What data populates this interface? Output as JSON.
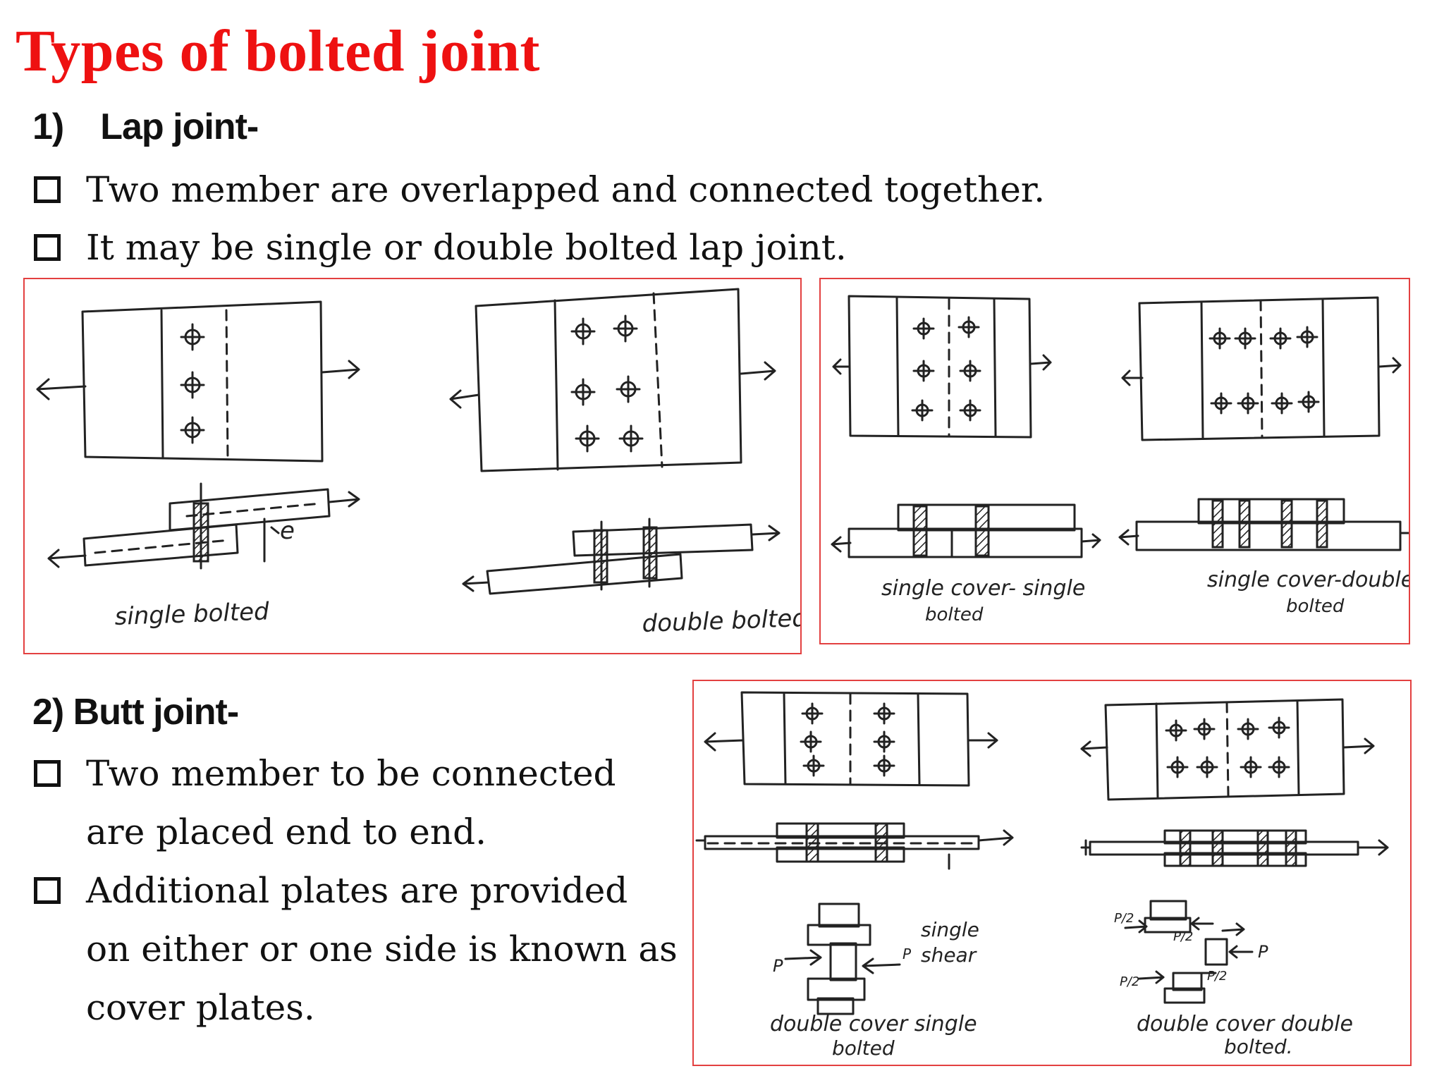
{
  "title": "Types of bolted joint",
  "lap": {
    "heading_num": "1)",
    "heading_label": "Lap joint-",
    "bullets": [
      "Two member are overlapped and connected together.",
      "It may be single or double bolted lap joint."
    ],
    "panel1": {
      "label_single": "single bolted",
      "label_double": "double bolted",
      "label_e": "e"
    },
    "panel2": {
      "label_single_1": "single cover- single",
      "label_single_2": "bolted",
      "label_double_1": "single cover-double",
      "label_double_2": "bolted"
    }
  },
  "butt": {
    "heading": "2) Butt joint-",
    "bullets": [
      [
        "Two member to be connected",
        "are placed end to end."
      ],
      [
        "Additional plates are provided",
        "on either or one side is known as",
        "cover plates."
      ]
    ],
    "panel": {
      "label_p": "P",
      "label_single_shear_1": "single",
      "label_single_shear_2": "shear",
      "label_p_small": "P",
      "label_left_1": "double cover single",
      "label_left_2": "bolted",
      "label_p2_a": "P/2",
      "label_p2_b": "P/2",
      "label_p2_c": "P/2",
      "label_p2_d": "P/2",
      "label_p_right": "P",
      "label_right_1": "double cover double",
      "label_right_2": "bolted."
    }
  },
  "colors": {
    "title": "#ee1111",
    "panel_border": "#e34040"
  }
}
